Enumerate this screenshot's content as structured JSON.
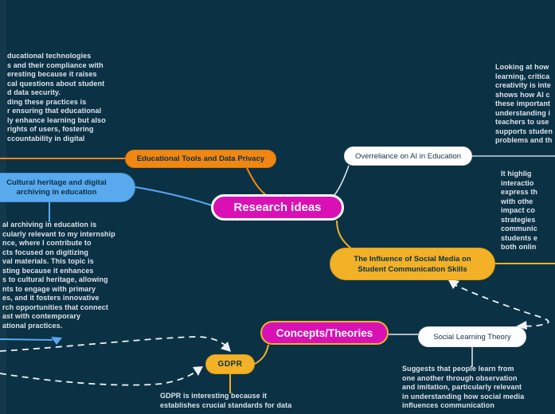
{
  "app": {
    "view": "mind-map-canvas"
  },
  "colors": {
    "background": "#0b3145",
    "orange": "#f08712",
    "amber": "#f2b127",
    "magenta": "#d911b5",
    "blue": "#58a9ee",
    "white_node": "#ffffff",
    "note_text": "#dde4ea",
    "dark_text": "#0b3145"
  },
  "nodes": {
    "research_ideas": {
      "label": "Research ideas"
    },
    "educational_tools_privacy": {
      "label": "Educational Tools and Data Privacy"
    },
    "cultural_heritage": {
      "label": "Cultural heritage and digital\narchiving in education"
    },
    "overreliance_ai": {
      "label": "Overreliance on AI in Education"
    },
    "social_media_influence": {
      "label": "The Influence of Social Media on\nStudent Communication Skills"
    },
    "concepts_theories": {
      "label": "Concepts/Theories"
    },
    "gdpr": {
      "label": "GDPR"
    },
    "social_learning_theory": {
      "label": "Social Learning Theory"
    }
  },
  "notes": {
    "educational_tools_note_clipped": "ducational technologies\ns and their compliance with\neresting because it raises\ncal questions about student\nd data security.\nding these practices is\nr ensuring that educational\nly enhance learning but also\nrights of users, fostering\nccountability in digital",
    "cultural_heritage_note_clipped": "al archiving in education is\ncularly relevant to my internship\nnce, where I contribute to\ncts focused on digitizing\nval materials. This topic is\nsting because it enhances\ns to cultural heritage, allowing\nnts to engage with primary\nes, and it fosters innovative\nrch opportunities that connect\nast with contemporary\national practices.",
    "overreliance_note_clipped": "Looking at how\nlearning, critica\ncreativity is inte\nshows how AI c\nthese important\nunderstanding i\nteachers to use\nsupports studen\nproblems and th",
    "social_media_note_clipped": "It highlig\ninteractio\nexpress th\nwith othe\nimpact co\nstrategies\ncommunic\nstudents e\nboth onlin",
    "gdpr_note": "GDPR is interesting because it\nestablishes crucial standards for data",
    "social_learning_note": "Suggests that people learn from\none another through observation\nand imitation, particularly relevant\nin understanding how social media\ninfluences communication"
  }
}
